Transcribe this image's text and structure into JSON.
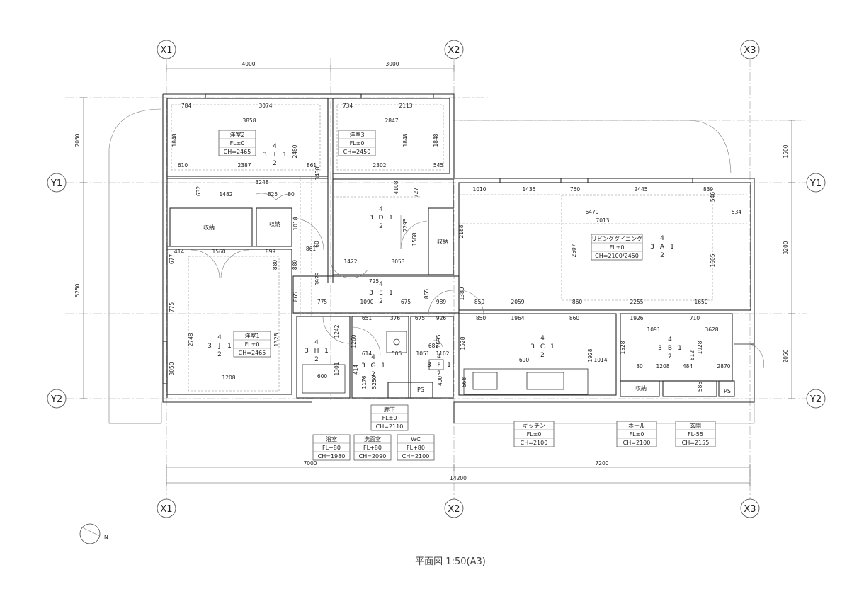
{
  "title": "平面図 1:50(A3)",
  "grid": {
    "x": [
      "X1",
      "X2",
      "X3"
    ],
    "y": [
      "Y1",
      "Y2"
    ]
  },
  "dims": {
    "top_x1_x2": "4000",
    "top_x2_x3": "3000",
    "bottom_x1_x2": "7000",
    "bottom_x2_x3": "7200",
    "bottom_total": "14200",
    "left_upper": "2050",
    "left_lower": "5250",
    "right_top": "1500",
    "right_mid": "3200",
    "right_lower": "2050"
  },
  "rooms": [
    {
      "lines": [
        "洋室2",
        "FL±0",
        "CH=2465"
      ]
    },
    {
      "lines": [
        "洋室3",
        "FL±0",
        "CH=2450"
      ]
    },
    {
      "lines": [
        "リビングダイニング",
        "FL±0",
        "CH=2100/2450"
      ]
    },
    {
      "lines": [
        "洋室1",
        "FL±0",
        "CH=2465"
      ]
    },
    {
      "lines": [
        "廊下",
        "FL±0",
        "CH=2110"
      ]
    },
    {
      "lines": [
        "浴室",
        "FL+80",
        "CH=1980"
      ]
    },
    {
      "lines": [
        "洗面室",
        "FL+80",
        "CH=2090"
      ]
    },
    {
      "lines": [
        "WC",
        "FL+80",
        "CH=2100"
      ]
    },
    {
      "lines": [
        "キッチン",
        "FL±0",
        "CH=2100"
      ]
    },
    {
      "lines": [
        "ホール",
        "FL±0",
        "CH=2100"
      ]
    },
    {
      "lines": [
        "玄関",
        "FL-55",
        "CH=2155"
      ]
    }
  ],
  "storage_label": "収納",
  "ps_label": "PS",
  "north": "N",
  "callouts": [
    {
      "top": "4",
      "left": "3",
      "letter": "I",
      "right": "1",
      "bottom": "2"
    },
    {
      "top": "4",
      "left": "3",
      "letter": "D",
      "right": "1",
      "bottom": "2"
    },
    {
      "top": "4",
      "left": "3",
      "letter": "A",
      "right": "1",
      "bottom": "2"
    },
    {
      "top": "4",
      "left": "3",
      "letter": "E",
      "right": "1",
      "bottom": "2"
    },
    {
      "top": "4",
      "left": "3",
      "letter": "J",
      "right": "1",
      "bottom": "2"
    },
    {
      "top": "4",
      "left": "3",
      "letter": "H",
      "right": "1",
      "bottom": "2"
    },
    {
      "top": "4",
      "left": "3",
      "letter": "G",
      "right": "1",
      "bottom": "2"
    },
    {
      "top": "4",
      "left": "3",
      "letter": "F",
      "right": "1",
      "bottom": "2"
    },
    {
      "top": "4",
      "left": "3",
      "letter": "C",
      "right": "1",
      "bottom": "2"
    },
    {
      "top": "4",
      "left": "3",
      "letter": "B",
      "right": "1",
      "bottom": "2"
    }
  ],
  "inner_dims": [
    "784",
    "3074",
    "734",
    "2113",
    "3858",
    "2847",
    "1848",
    "2480",
    "1848",
    "1848",
    "610",
    "2387",
    "861",
    "3438",
    "2302",
    "545",
    "3248",
    "632",
    "1482",
    "825",
    "80",
    "4108",
    "727",
    "1010",
    "1435",
    "750",
    "2445",
    "839",
    "546",
    "6479",
    "534",
    "7013",
    "2188",
    "1018",
    "2295",
    "1568",
    "414",
    "1560",
    "899",
    "861",
    "60",
    "677",
    "880",
    "880",
    "1422",
    "3053",
    "2507",
    "1605",
    "3929",
    "725",
    "865",
    "865",
    "1389",
    "775",
    "1090",
    "675",
    "989",
    "850",
    "2059",
    "860",
    "2255",
    "1650",
    "775",
    "651",
    "376",
    "675",
    "926",
    "850",
    "1964",
    "860",
    "1926",
    "710",
    "1242",
    "1260",
    "1695",
    "1091",
    "3628",
    "2748",
    "1328",
    "1528",
    "1528",
    "1928",
    "1928",
    "812",
    "614",
    "506",
    "1051",
    "686",
    "1176",
    "414",
    "1102",
    "1301",
    "3050",
    "690",
    "1014",
    "80",
    "1208",
    "484",
    "2870",
    "1208",
    "600",
    "668",
    "400",
    "586",
    "5250"
  ]
}
